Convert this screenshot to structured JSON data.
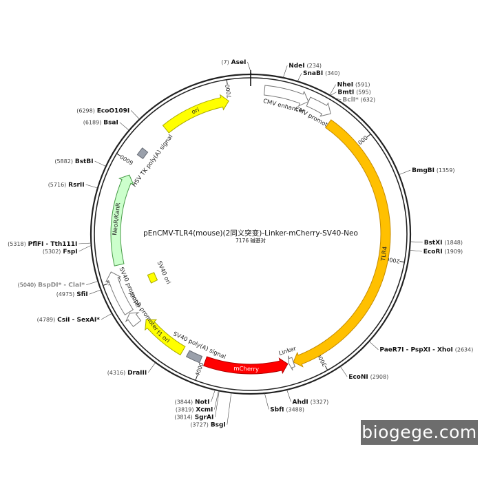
{
  "plasmid": {
    "name": "pEnCMV-TLR4(mouse)(2同义突变)-Linker-mCherry-SV40-Neo",
    "size_text": "7176 碱基对",
    "length": 7176
  },
  "watermark": "biogege.com",
  "ticks": [
    {
      "pos": 1000,
      "label": "1000"
    },
    {
      "pos": 2000,
      "label": "2000"
    },
    {
      "pos": 3000,
      "label": "3000"
    },
    {
      "pos": 4000,
      "label": "4000"
    },
    {
      "pos": 5000,
      "label": "5000"
    },
    {
      "pos": 6000,
      "label": "6000"
    },
    {
      "pos": 7000,
      "label": "7000"
    }
  ],
  "features": [
    {
      "name": "CMV enhancer",
      "start": 110,
      "end": 470,
      "direction": "cw",
      "color": "#ffffff",
      "stroke": "#777777"
    },
    {
      "name": "CMV promoter",
      "start": 470,
      "end": 670,
      "direction": "cw",
      "color": "#ffffff",
      "stroke": "#777777"
    },
    {
      "name": "TLR4",
      "start": 700,
      "end": 3220,
      "direction": "cw",
      "color": "#ffc000",
      "stroke": "#c48a00"
    },
    {
      "name": "Linker",
      "start": 3220,
      "end": 3260,
      "direction": "cw",
      "color": "#ffffff",
      "stroke": "#777777"
    },
    {
      "name": "mCherry",
      "start": 3270,
      "end": 3980,
      "direction": "ccw",
      "color": "#ff0000",
      "stroke": "#b00000"
    },
    {
      "name": "SV40 poly(A) signal",
      "start": 4020,
      "end": 4140,
      "direction": "none",
      "color": "#9aa0ab",
      "stroke": "#666a73"
    },
    {
      "name": "f1 ori",
      "start": 4190,
      "end": 4600,
      "direction": "cw",
      "color": "#ffff00",
      "stroke": "#a8a800"
    },
    {
      "name": "AmpR promoter",
      "start": 4620,
      "end": 4720,
      "direction": "cw",
      "color": "#ffffff",
      "stroke": "#777777"
    },
    {
      "name": "SV40 promoter",
      "start": 4730,
      "end": 5080,
      "direction": "cw",
      "color": "#ffffff",
      "stroke": "#777777"
    },
    {
      "name": "SV40 ori",
      "start": 4860,
      "end": 4950,
      "direction": "none",
      "color": "#ffff00",
      "stroke": "#a8a800"
    },
    {
      "name": "NeoR/KanR",
      "start": 5120,
      "end": 5900,
      "direction": "cw",
      "color": "#ccffcc",
      "stroke": "#449944"
    },
    {
      "name": "HSV TK poly(A) signal",
      "start": 6080,
      "end": 6150,
      "direction": "none",
      "color": "#9aa0ab",
      "stroke": "#666a73"
    },
    {
      "name": "ori",
      "start": 6400,
      "end": 6990,
      "direction": "cw",
      "color": "#ffff00",
      "stroke": "#a8a800"
    }
  ],
  "sites": [
    {
      "name": "AseI",
      "pos_text": "(7)",
      "bp": 7,
      "side": "left",
      "gray": false
    },
    {
      "name": "NdeI",
      "pos_text": "(234)",
      "bp": 234,
      "side": "right",
      "gray": false
    },
    {
      "name": "SnaBI",
      "pos_text": "(340)",
      "bp": 340,
      "side": "right",
      "gray": false
    },
    {
      "name": "NheI",
      "pos_text": "(591)",
      "bp": 591,
      "side": "right",
      "gray": false
    },
    {
      "name": "BmtI",
      "pos_text": "(595)",
      "bp": 595,
      "side": "right",
      "gray": false
    },
    {
      "name": "BclI*",
      "pos_text": "(632)",
      "bp": 632,
      "side": "right",
      "gray": true
    },
    {
      "name": "BmgBI",
      "pos_text": "(1359)",
      "bp": 1359,
      "side": "right",
      "gray": false
    },
    {
      "name": "BstXI",
      "pos_text": "(1848)",
      "bp": 1848,
      "side": "right",
      "gray": false
    },
    {
      "name": "EcoRI",
      "pos_text": "(1909)",
      "bp": 1909,
      "side": "right",
      "gray": false
    },
    {
      "name": "PaeR7I - PspXI - XhoI",
      "pos_text": "(2634)",
      "bp": 2634,
      "side": "right",
      "gray": false
    },
    {
      "name": "EcoNI",
      "pos_text": "(2908)",
      "bp": 2908,
      "side": "right",
      "gray": false
    },
    {
      "name": "AhdI",
      "pos_text": "(3327)",
      "bp": 3327,
      "side": "right",
      "gray": false
    },
    {
      "name": "SbfI",
      "pos_text": "(3488)",
      "bp": 3488,
      "side": "right",
      "gray": false
    },
    {
      "name": "BsgI",
      "pos_text": "(3727)",
      "bp": 3727,
      "side": "left",
      "gray": false
    },
    {
      "name": "SgrAI",
      "pos_text": "(3814)",
      "bp": 3814,
      "side": "left",
      "gray": false
    },
    {
      "name": "XcmI",
      "pos_text": "(3819)",
      "bp": 3819,
      "side": "left",
      "gray": false
    },
    {
      "name": "NotI",
      "pos_text": "(3844)",
      "bp": 3844,
      "side": "left",
      "gray": false
    },
    {
      "name": "DraIII",
      "pos_text": "(4316)",
      "bp": 4316,
      "side": "left",
      "gray": false
    },
    {
      "name": "CsiI - SexAI*",
      "pos_text": "(4789)",
      "bp": 4789,
      "side": "left",
      "gray": false
    },
    {
      "name": "SfiI",
      "pos_text": "(4975)",
      "bp": 4975,
      "side": "left",
      "gray": false
    },
    {
      "name": "BspDI* - ClaI*",
      "pos_text": "(5040)",
      "bp": 5040,
      "side": "left",
      "gray": true
    },
    {
      "name": "FspI",
      "pos_text": "(5302)",
      "bp": 5302,
      "side": "left",
      "gray": false
    },
    {
      "name": "PflFI - Tth111I",
      "pos_text": "(5318)",
      "bp": 5318,
      "side": "left",
      "gray": false
    },
    {
      "name": "RsrII",
      "pos_text": "(5716)",
      "bp": 5716,
      "side": "left",
      "gray": false
    },
    {
      "name": "BstBI",
      "pos_text": "(5882)",
      "bp": 5882,
      "side": "left",
      "gray": false
    },
    {
      "name": "BsaI",
      "pos_text": "(6189)",
      "bp": 6189,
      "side": "left",
      "gray": false
    },
    {
      "name": "EcoO109I",
      "pos_text": "(6298)",
      "bp": 6298,
      "side": "left",
      "gray": false
    }
  ]
}
